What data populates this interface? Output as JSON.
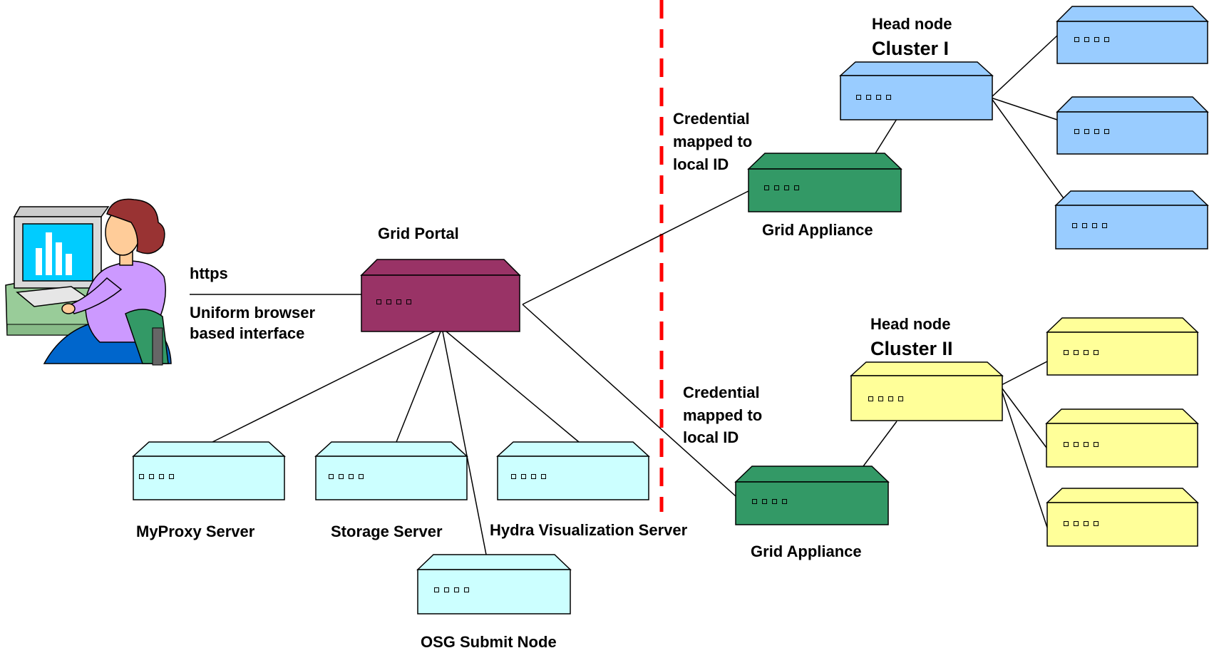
{
  "user_link": {
    "protocol": "https",
    "interface_line1": "Uniform browser",
    "interface_line2": "based interface"
  },
  "portal": {
    "label": "Grid Portal"
  },
  "services": {
    "myproxy": "MyProxy Server",
    "storage": "Storage Server",
    "hydra": "Hydra Visualization Server",
    "osg": "OSG Submit Node"
  },
  "site1": {
    "credential_line1": "Credential",
    "credential_line2": "mapped to",
    "credential_line3": "local ID",
    "appliance": "Grid Appliance",
    "head_label": "Head node",
    "cluster_label": "Cluster I"
  },
  "site2": {
    "credential_line1": "Credential",
    "credential_line2": "mapped to",
    "credential_line3": "local ID",
    "appliance": "Grid Appliance",
    "head_label": "Head node",
    "cluster_label": "Cluster II"
  },
  "colors": {
    "portal": "#993366",
    "service": "#ccffff",
    "appliance": "#339966",
    "cluster1": "#99ccff",
    "cluster2": "#ffff99",
    "boundary": "#ff0000"
  },
  "icons": {
    "user": "user-at-computer-icon"
  }
}
